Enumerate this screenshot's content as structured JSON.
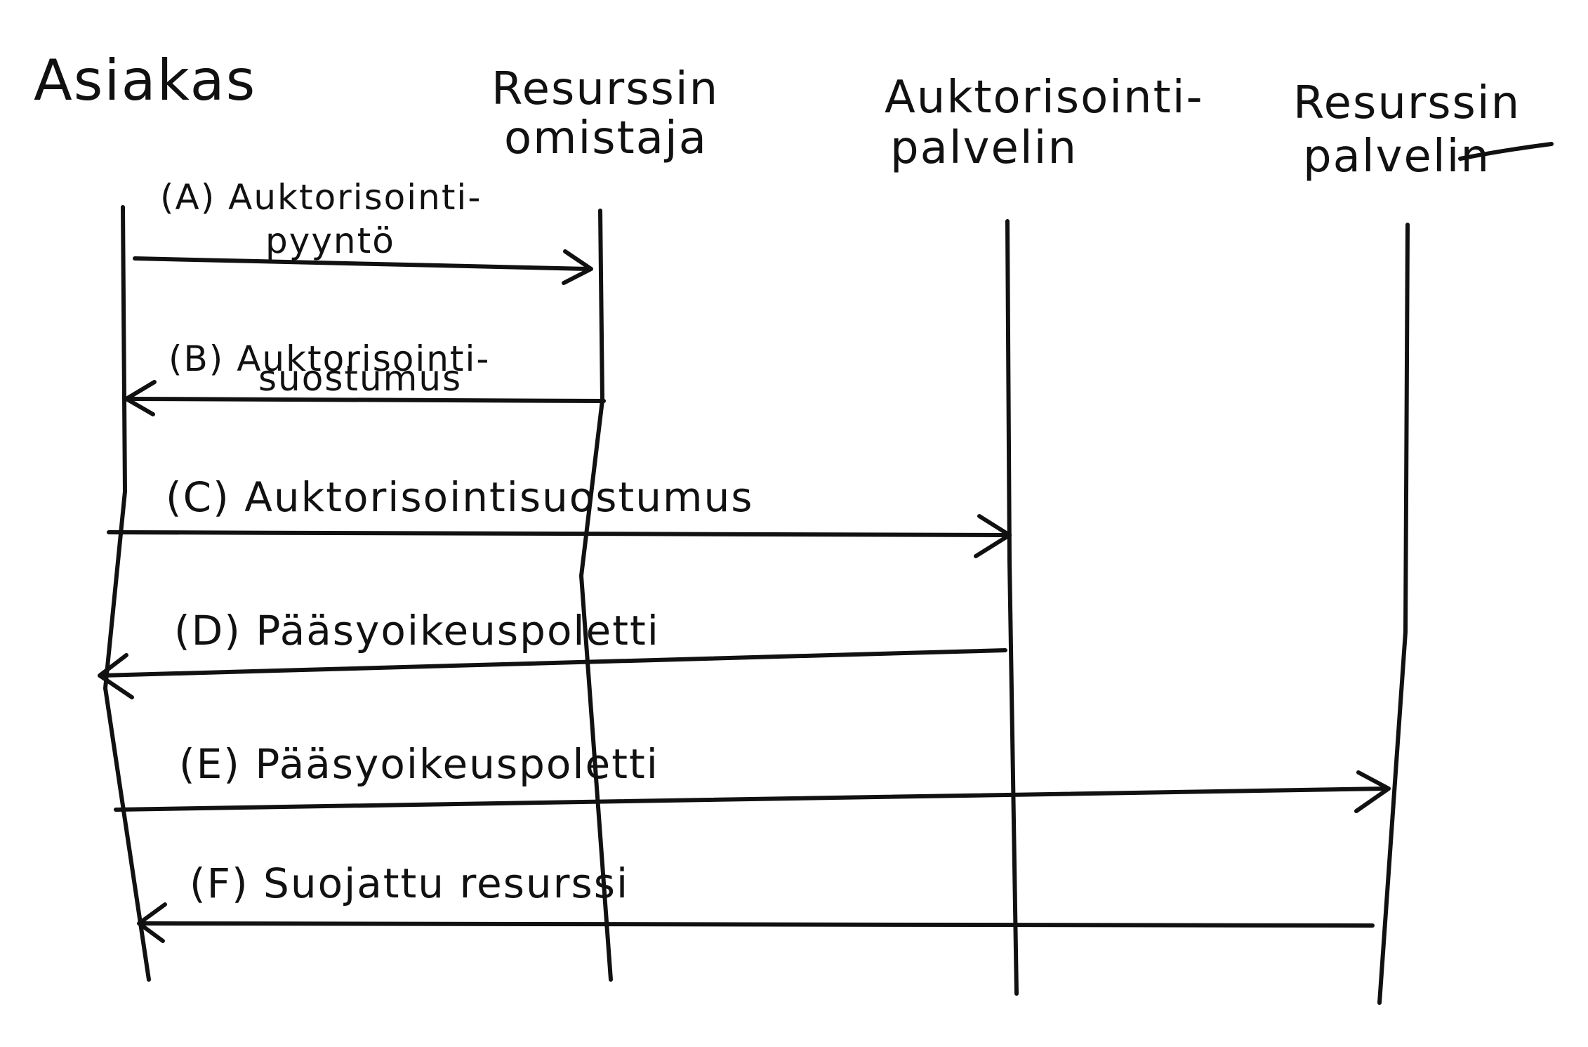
{
  "participants": [
    {
      "id": "client",
      "lines": [
        "Asiakas"
      ]
    },
    {
      "id": "resource-owner",
      "lines": [
        "Resurssin",
        "omistaja"
      ]
    },
    {
      "id": "authorization-server",
      "lines": [
        "Auktorisointi-",
        "palvelin"
      ]
    },
    {
      "id": "resource-server",
      "lines": [
        "Resurssin",
        "palvelin"
      ]
    }
  ],
  "messages": [
    {
      "id": "A",
      "lines": [
        "(A) Auktorisointi-",
        "pyyntö"
      ]
    },
    {
      "id": "B",
      "lines": [
        "(B) Auktorisointi-",
        "suostumus"
      ]
    },
    {
      "id": "C",
      "lines": [
        "(C) Auktorisointisuostumus"
      ]
    },
    {
      "id": "D",
      "lines": [
        "(D) Pääsyoikeuspoletti"
      ]
    },
    {
      "id": "E",
      "lines": [
        "(E) Pääsyoikeuspoletti"
      ]
    },
    {
      "id": "F",
      "lines": [
        "(F) Suojattu resurssi"
      ]
    }
  ],
  "colors": {
    "ink": "#111111",
    "paper": "#ffffff"
  }
}
